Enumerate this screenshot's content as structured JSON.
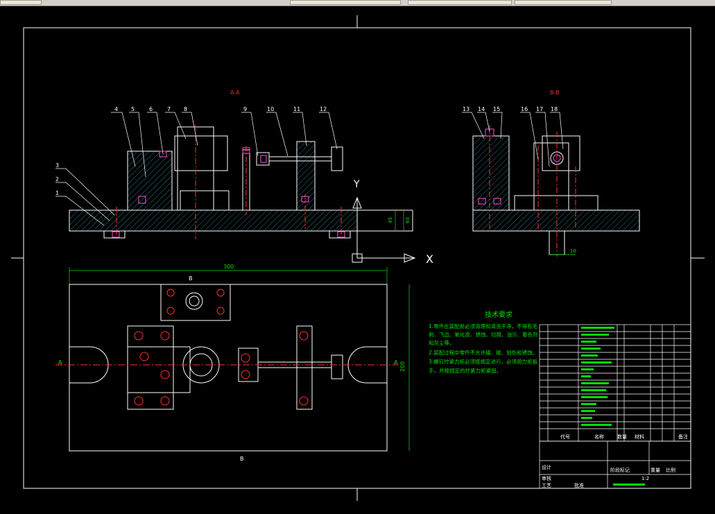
{
  "window": {
    "tabs": [
      {
        "label": "",
        "name": "tab-1"
      },
      {
        "label": "",
        "name": "tab-2"
      },
      {
        "label": "",
        "name": "tab-3"
      },
      {
        "label": "",
        "name": "tab-4"
      }
    ]
  },
  "drawing": {
    "section_aa_label": "A-A",
    "section_bb_label": "B-B",
    "axis_x_label": "X",
    "axis_y_label": "Y",
    "part_numbers_aa": [
      "3",
      "2",
      "1",
      "4",
      "5",
      "6",
      "7",
      "8",
      "9",
      "10",
      "11",
      "12"
    ],
    "part_numbers_bb": [
      "13",
      "14",
      "15",
      "16",
      "17",
      "18"
    ],
    "dim_overall_width": "300",
    "dim_height_a": "45",
    "dim_height_b": "60",
    "dim_side": "200",
    "dim_bb_small": "10",
    "section_mark_b": "B",
    "section_mark_a": "A"
  },
  "tech_requirements": {
    "title": "技术要求",
    "lines": [
      "1.零件在装配前必须清理和清洗干净，不得有毛",
      "刺、飞边、氧化皮、锈蚀、切屑、油污、着色剂",
      "和灰尘等。",
      "2.装配过程中零件不允许磕、碰、划伤和锈蚀。",
      "3.螺钉拧紧力矩必须按规定进行，必须用力矩扳",
      "手，并按规定的拧紧力矩紧固。"
    ]
  },
  "title_block": {
    "header_code": "代号",
    "header_name": "名称",
    "header_qty": "数量",
    "header_material": "材料",
    "header_remark": "备注",
    "stage_label": "阶段标记",
    "weight_label": "重量",
    "scale_label": "比例",
    "scale_value": "1:2",
    "designer": "设计",
    "checker": "审核",
    "process": "工艺",
    "approve": "批准"
  }
}
